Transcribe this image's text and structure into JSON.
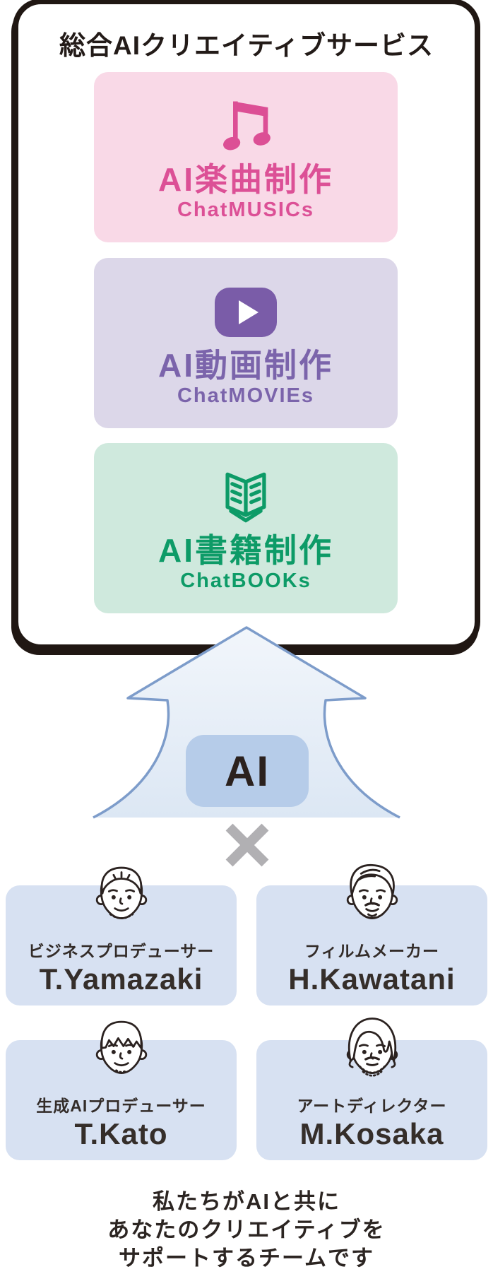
{
  "header_card": {
    "title": "総合AIクリエイティブサービス",
    "border_color": "#201713",
    "services": [
      {
        "id": "music",
        "label": "AI楽曲制作",
        "sub": "ChatMUSICs",
        "bg": "#f9d9e7",
        "accent": "#dc5096",
        "icon": "music-note-icon"
      },
      {
        "id": "movie",
        "label": "AI動画制作",
        "sub": "ChatMOVIEs",
        "bg": "#dcd7e9",
        "accent": "#7b64ab",
        "icon": "play-icon"
      },
      {
        "id": "book",
        "label": "AI書籍制作",
        "sub": "ChatBOOKs",
        "bg": "#cfe9dd",
        "accent": "#0d9b67",
        "icon": "open-book-icon"
      }
    ]
  },
  "arrow": {
    "label": "AI",
    "fill_top": "#f2f6fb",
    "fill_bottom": "#dce7f4",
    "stroke": "#7d9cca",
    "box_bg": "#b6cce9"
  },
  "multiply": {
    "symbol": "×",
    "color": "#b1b0b3"
  },
  "team": {
    "card_bg": "#d7e1f2",
    "members": [
      {
        "role": "ビジネスプロデューサー",
        "name": "T.Yamazaki",
        "avatar": "avatar-yamazaki"
      },
      {
        "role": "フィルムメーカー",
        "name": "H.Kawatani",
        "avatar": "avatar-kawatani"
      },
      {
        "role": "生成AIプロデューサー",
        "name": "T.Kato",
        "avatar": "avatar-kato"
      },
      {
        "role": "アートディレクター",
        "name": "M.Kosaka",
        "avatar": "avatar-kosaka"
      }
    ]
  },
  "footer": {
    "lines": [
      "私たちがAIと共に",
      "あなたのクリエイティブを",
      "サポートするチームです"
    ]
  }
}
